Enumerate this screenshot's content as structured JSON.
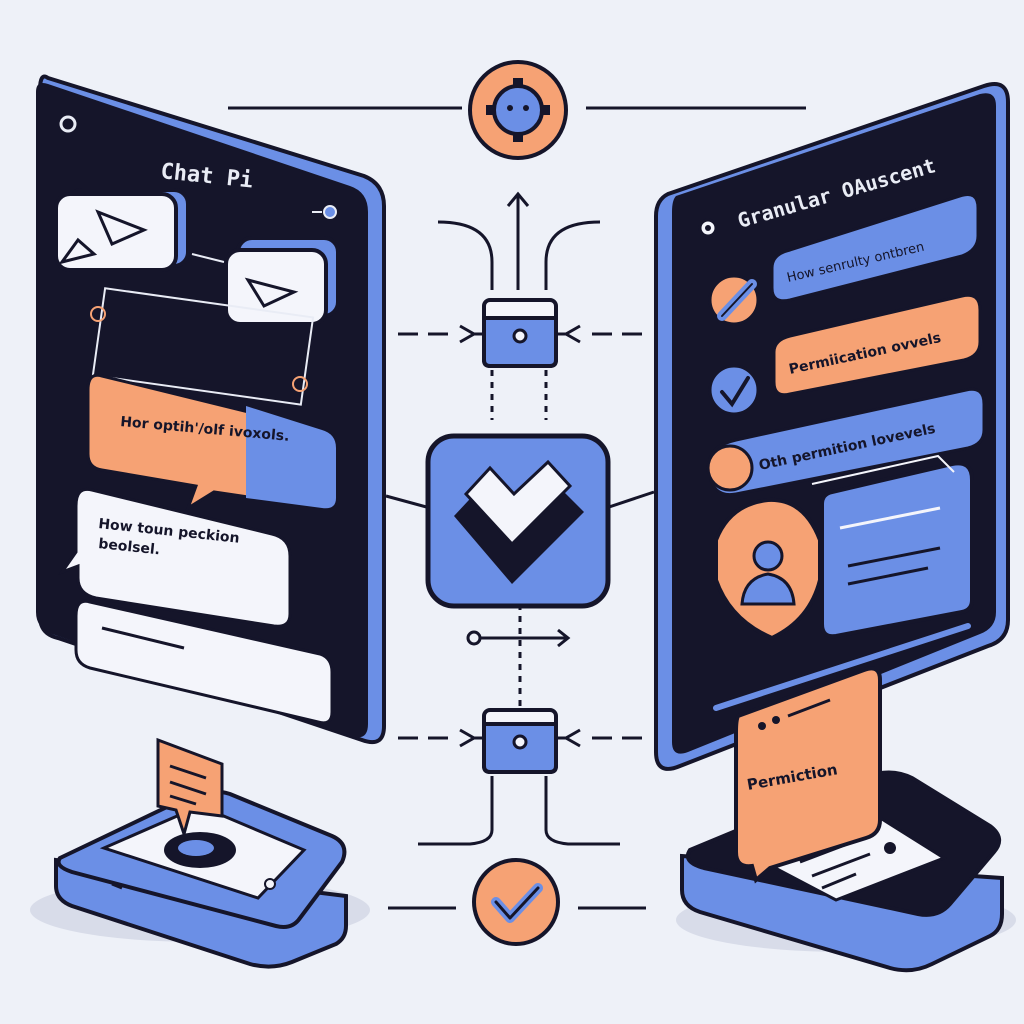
{
  "left_phone": {
    "title": "Chat Pi",
    "bubble_orange": "Hor optih'/olf ivoxols.",
    "bubble_white_line1": "How toun peckion",
    "bubble_white_line2": "beolsel."
  },
  "right_phone": {
    "title": "Granular OAuscent",
    "option_1": "How senrulty ontbren",
    "option_2": "Permiication ovvels",
    "option_3": "Oth permition lovevels"
  },
  "bottom_right_card": {
    "label": "Permiction"
  },
  "colors": {
    "dark": "#15152a",
    "blue": "#6b8fe6",
    "orange": "#f6a274",
    "paper": "#f4f5fb",
    "background": "#eef1f8"
  },
  "icons": [
    "gear-icon",
    "check-icon",
    "user-icon",
    "send-icon",
    "lock-icon",
    "document-icon"
  ]
}
